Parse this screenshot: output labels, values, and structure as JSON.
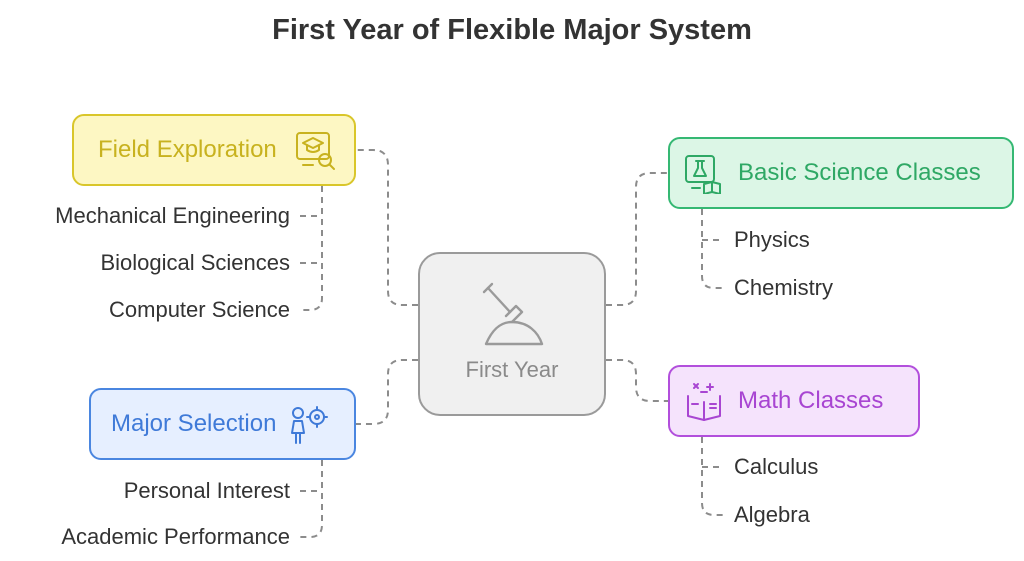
{
  "title": "First Year of Flexible Major System",
  "center": {
    "label": "First Year",
    "icon": "shovel-dig-icon"
  },
  "branches": [
    {
      "id": "field",
      "label": "Field Exploration",
      "icon": "graduate-search-icon",
      "color": "#d9c62a",
      "fill": "#fdf7c3",
      "items": [
        "Mechanical Engineering",
        "Biological Sciences",
        "Computer Science"
      ]
    },
    {
      "id": "major",
      "label": "Major Selection",
      "icon": "person-target-icon",
      "color": "#4a86e0",
      "fill": "#e6efff",
      "items": [
        "Personal Interest",
        "Academic Performance"
      ]
    },
    {
      "id": "science",
      "label": "Basic Science Classes",
      "icon": "flask-book-icon",
      "color": "#35b873",
      "fill": "#dcf6e6",
      "items": [
        "Physics",
        "Chemistry"
      ]
    },
    {
      "id": "math",
      "label": "Math Classes",
      "icon": "math-book-icon",
      "color": "#b24fdc",
      "fill": "#f5e3fc",
      "items": [
        "Calculus",
        "Algebra"
      ]
    }
  ]
}
